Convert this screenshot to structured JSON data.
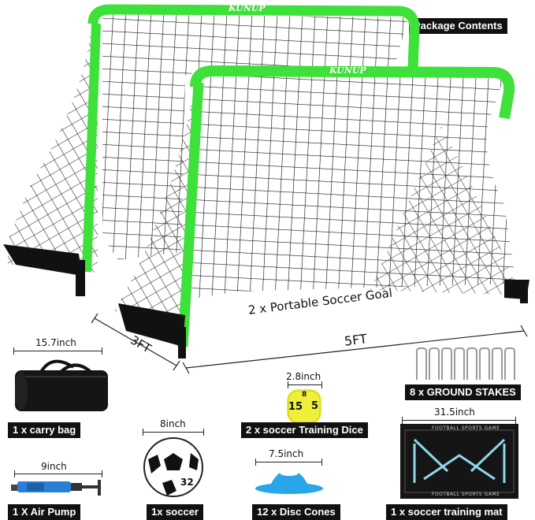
{
  "brand": "KUNUP",
  "package_title": "Package Contents",
  "goal": {
    "label": "2 x Portable Soccer Goal",
    "width": "5FT",
    "depth": "3FT"
  },
  "items": {
    "bag": {
      "dim": "15.7inch",
      "label": "1 x carry bag"
    },
    "stakes": {
      "label": "8 x GROUND STAKES"
    },
    "dice": {
      "dim": "2.8inch",
      "label": "2 x soccer Training Dice",
      "face_a": "15",
      "face_b": "5",
      "face_c": "8"
    },
    "ball": {
      "dim": "8inch",
      "label": "1x soccer",
      "number": "32"
    },
    "pump": {
      "dim": "9inch",
      "label": "1 X Air Pump"
    },
    "cones": {
      "dim": "7.5inch",
      "label": "12 x Disc Cones"
    },
    "mat": {
      "dim": "31.5inch",
      "label": "1 x soccer training mat",
      "mat_text": "FOOTBALL SPORTS GAME"
    }
  },
  "colors": {
    "frame_green": "#3ee03a",
    "net": "#1a1a1a",
    "pump_blue": "#2a7fd4",
    "cone_blue": "#2aa5ea",
    "dice_yellow": "#f0f03a"
  }
}
